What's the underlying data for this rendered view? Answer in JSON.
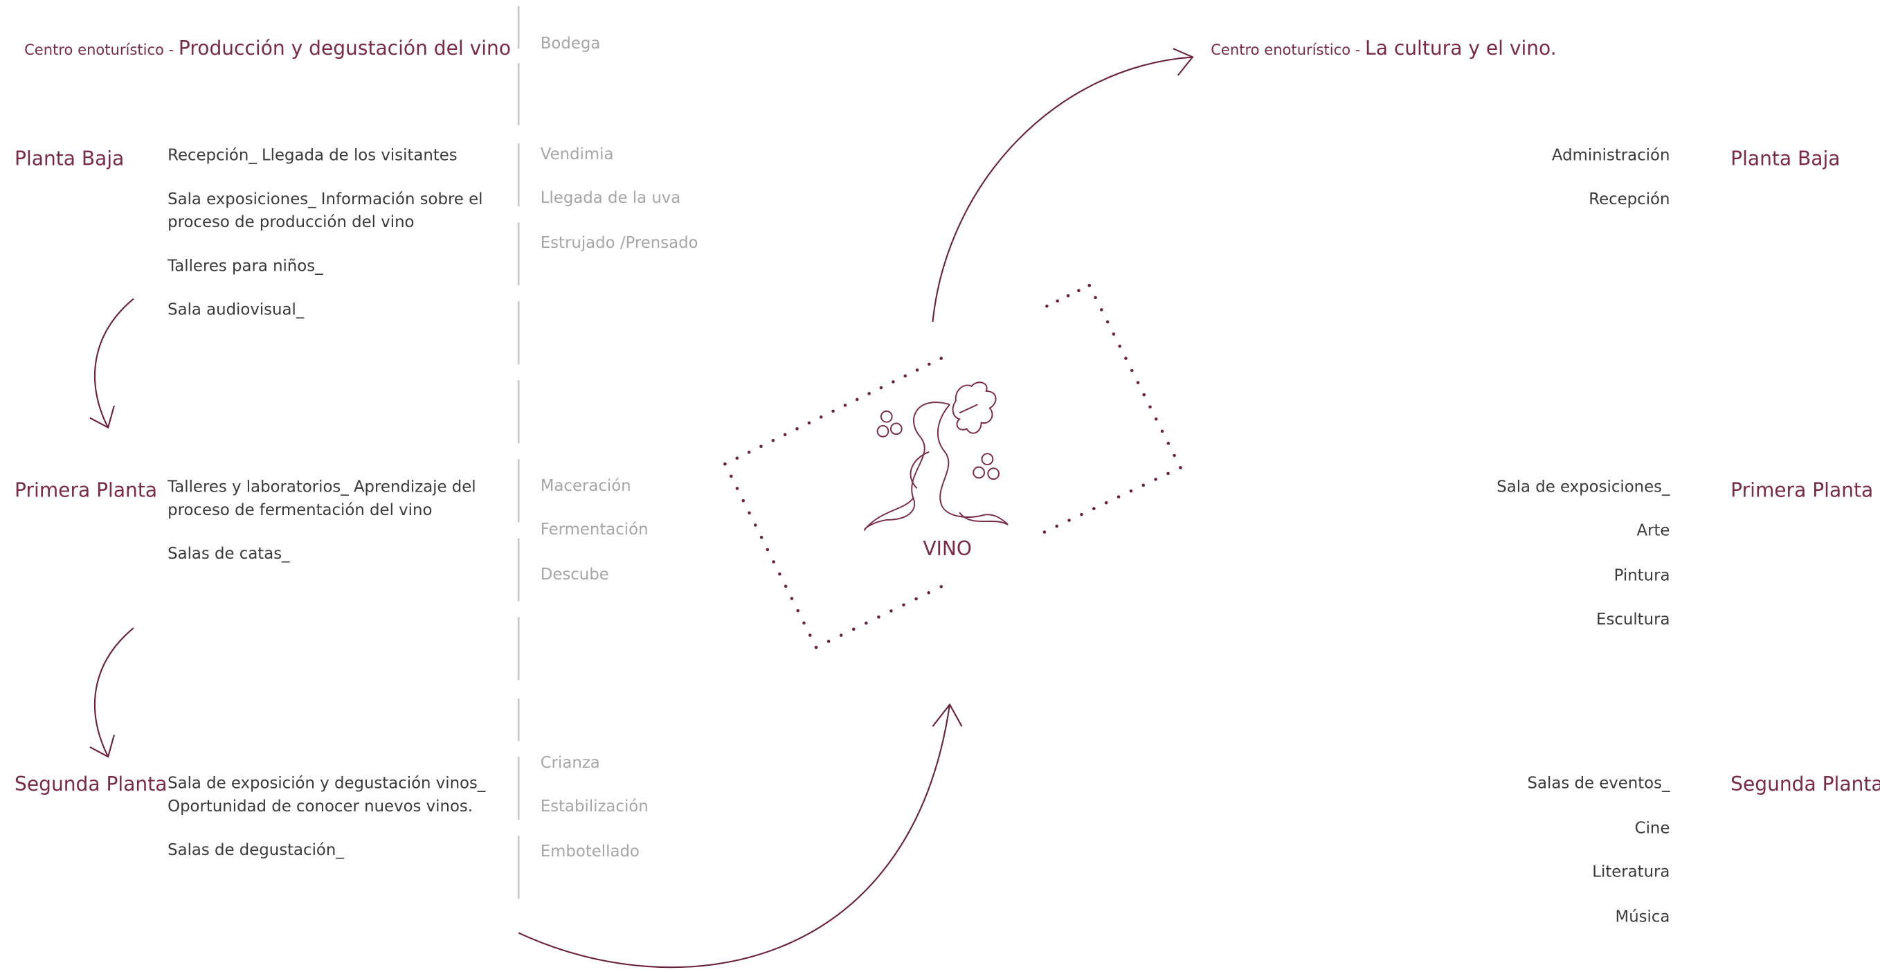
{
  "left_header": {
    "prefix": "Centro enoturístico - ",
    "title": "Producción y degustación del vino"
  },
  "right_header": {
    "prefix": "Centro enoturístico - ",
    "title": "La cultura y el vino."
  },
  "center_label": "VINO",
  "left_floors": {
    "ground": {
      "name": "Planta Baja",
      "items": [
        [
          "Recepción_ Llegada de los visitantes"
        ],
        [
          "Sala exposiciones_ Información sobre el",
          "proceso de producción del vino"
        ],
        [
          "Talleres para niños_"
        ],
        [
          "Sala audiovisual_"
        ]
      ]
    },
    "first": {
      "name": "Primera Planta",
      "items": [
        [
          "Talleres y laboratorios_ Aprendizaje del",
          "proceso de fermentación del vino"
        ],
        [
          "Salas de catas_"
        ]
      ]
    },
    "second": {
      "name": "Segunda Planta",
      "items": [
        [
          "Sala de exposición y degustación vinos_",
          "Oportunidad de conocer nuevos vinos."
        ],
        [
          "Salas de degustación_"
        ]
      ]
    }
  },
  "process_steps": {
    "header": "Bodega",
    "group1": [
      "Vendimia",
      "Llegada  de la uva",
      "Estrujado /Prensado"
    ],
    "group2": [
      "Maceración",
      "Fermentación",
      "Descube"
    ],
    "group3": [
      "Crianza",
      "Estabilización",
      "Embotellado"
    ]
  },
  "right_floors": {
    "ground": {
      "name": "Planta Baja",
      "items": [
        "Administración",
        "Recepción"
      ]
    },
    "first": {
      "name": "Primera Planta",
      "items": [
        "Sala de exposiciones_",
        "Arte",
        "Pintura",
        "Escultura"
      ]
    },
    "second": {
      "name": "Segunda Planta",
      "items": [
        "Salas de eventos_",
        "Cine",
        "Literatura",
        "Música"
      ]
    }
  },
  "colors": {
    "accent": "#7a2a48",
    "text": "#3a3a3a",
    "muted": "#a6a6a6",
    "divider": "#c8c8c8"
  }
}
